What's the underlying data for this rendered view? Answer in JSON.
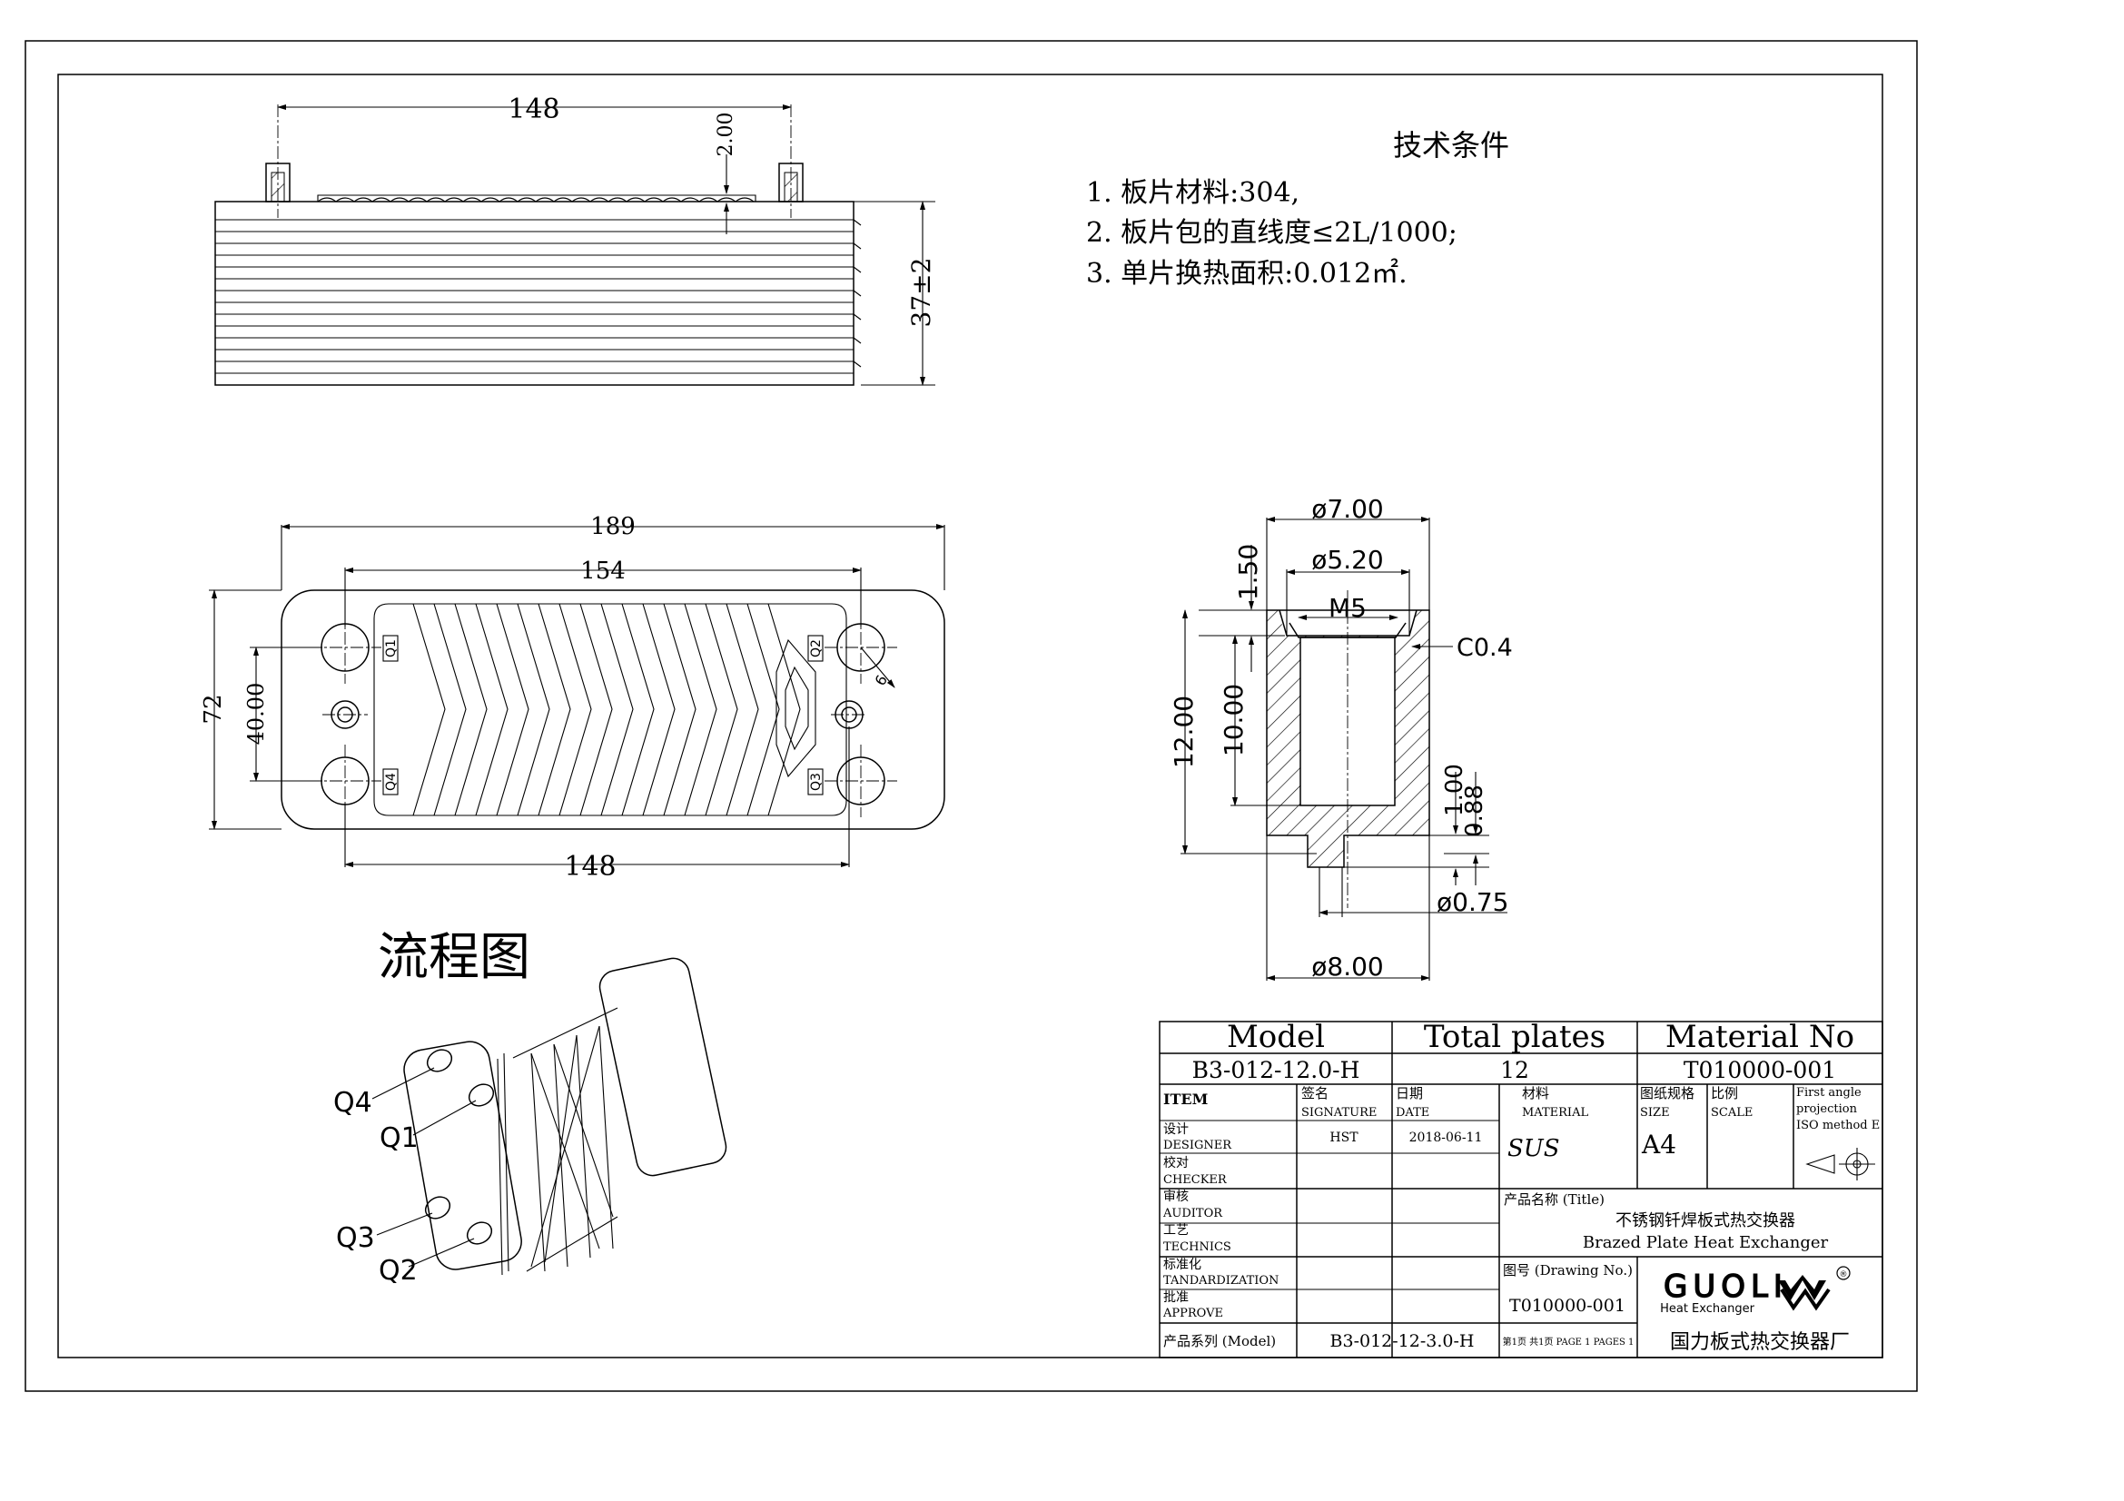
{
  "dims": {
    "side_length": "148",
    "side_gap": "2.00",
    "side_height": "37±2",
    "front_overall": "189",
    "front_port_span": "154",
    "front_bottom": "148",
    "front_height": "72",
    "front_port_vspacing": "40.00",
    "front_r": "6",
    "stud_d1": "ø7.00",
    "stud_d2": "ø5.20",
    "stud_thread": "M5",
    "stud_chamfer": "C0.4",
    "stud_top": "1.50",
    "stud_h1": "12.00",
    "stud_h2": "10.00",
    "stud_b1": "1.00",
    "stud_b2": "0.88",
    "stud_d3": "ø0.75",
    "stud_d4": "ø8.00"
  },
  "ports": {
    "q1": "Q1",
    "q2": "Q2",
    "q3": "Q3",
    "q4": "Q4"
  },
  "tech": {
    "title": "技术条件",
    "items": [
      "1. 板片材料:304,",
      "2. 板片包的直线度≤2L/1000;",
      "3. 单片换热面积:0.012㎡."
    ]
  },
  "flow": {
    "title": "流程图"
  },
  "titleblock": {
    "h_model": "Model",
    "h_total": "Total plates",
    "h_material_no": "Material No",
    "v_model": "B3-012-12.0-H",
    "v_total": "12",
    "v_material_no": "T010000-001",
    "item": "ITEM",
    "sig_cn": "签名",
    "sig_en": "SIGNATURE",
    "date_cn": "日期",
    "date_en": "DATE",
    "mat_cn": "材料",
    "mat_en": "MATERIAL",
    "size_cn": "图纸规格",
    "size_en": "SIZE",
    "scale_cn": "比例",
    "scale_en": "SCALE",
    "proj_1": "First angle",
    "proj_2": "projection",
    "proj_3": "ISO method E",
    "designer_cn": "设计",
    "designer_en": "DESIGNER",
    "designer_sig": "HST",
    "designer_date": "2018-06-11",
    "material": "SUS",
    "size": "A4",
    "checker_cn": "校对",
    "checker_en": "CHECKER",
    "auditor_cn": "审核",
    "auditor_en": "AUDITOR",
    "technics_cn": "工艺",
    "technics_en": "TECHNICS",
    "std_cn": "标准化",
    "std_en": "TANDARDIZATION",
    "approve_cn": "批准",
    "approve_en": "APPROVE",
    "series_label": "产品系列 (Model)",
    "series_value": "B3-012-12-3.0-H",
    "product_label": "产品名称 (Title)",
    "product_cn": "不锈钢钎焊板式热交换器",
    "product_en": "Brazed Plate Heat Exchanger",
    "drawing_label": "图号 (Drawing No.)",
    "drawing_no": "T010000-001",
    "page": "第1页 共1页 PAGE 1 PAGES 1",
    "logo_text": "GUOLI",
    "logo_sub": "Heat Exchanger",
    "company": "国力板式热交换器厂"
  }
}
